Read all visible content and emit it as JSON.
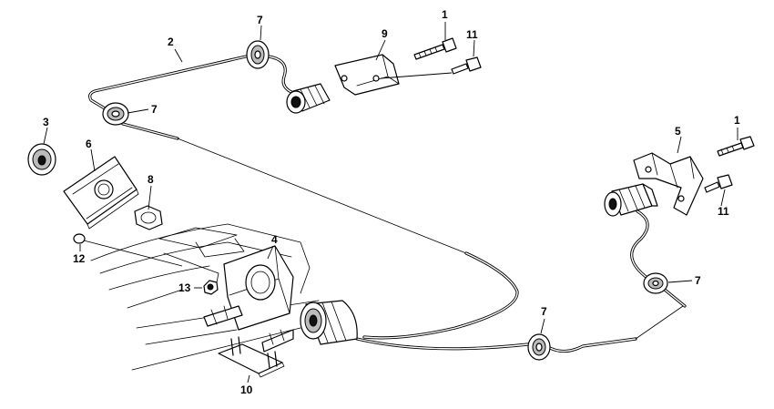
{
  "callouts": {
    "c1_top": "1",
    "c1_right": "1",
    "c2": "2",
    "c3": "3",
    "c4": "4",
    "c5": "5",
    "c6": "6",
    "c7_top": "7",
    "c7_left": "7",
    "c7_right": "7",
    "c7_bottom": "7",
    "c8": "8",
    "c9": "9",
    "c10": "10",
    "c11_top": "11",
    "c11_right": "11",
    "c12": "12",
    "c13": "13"
  }
}
